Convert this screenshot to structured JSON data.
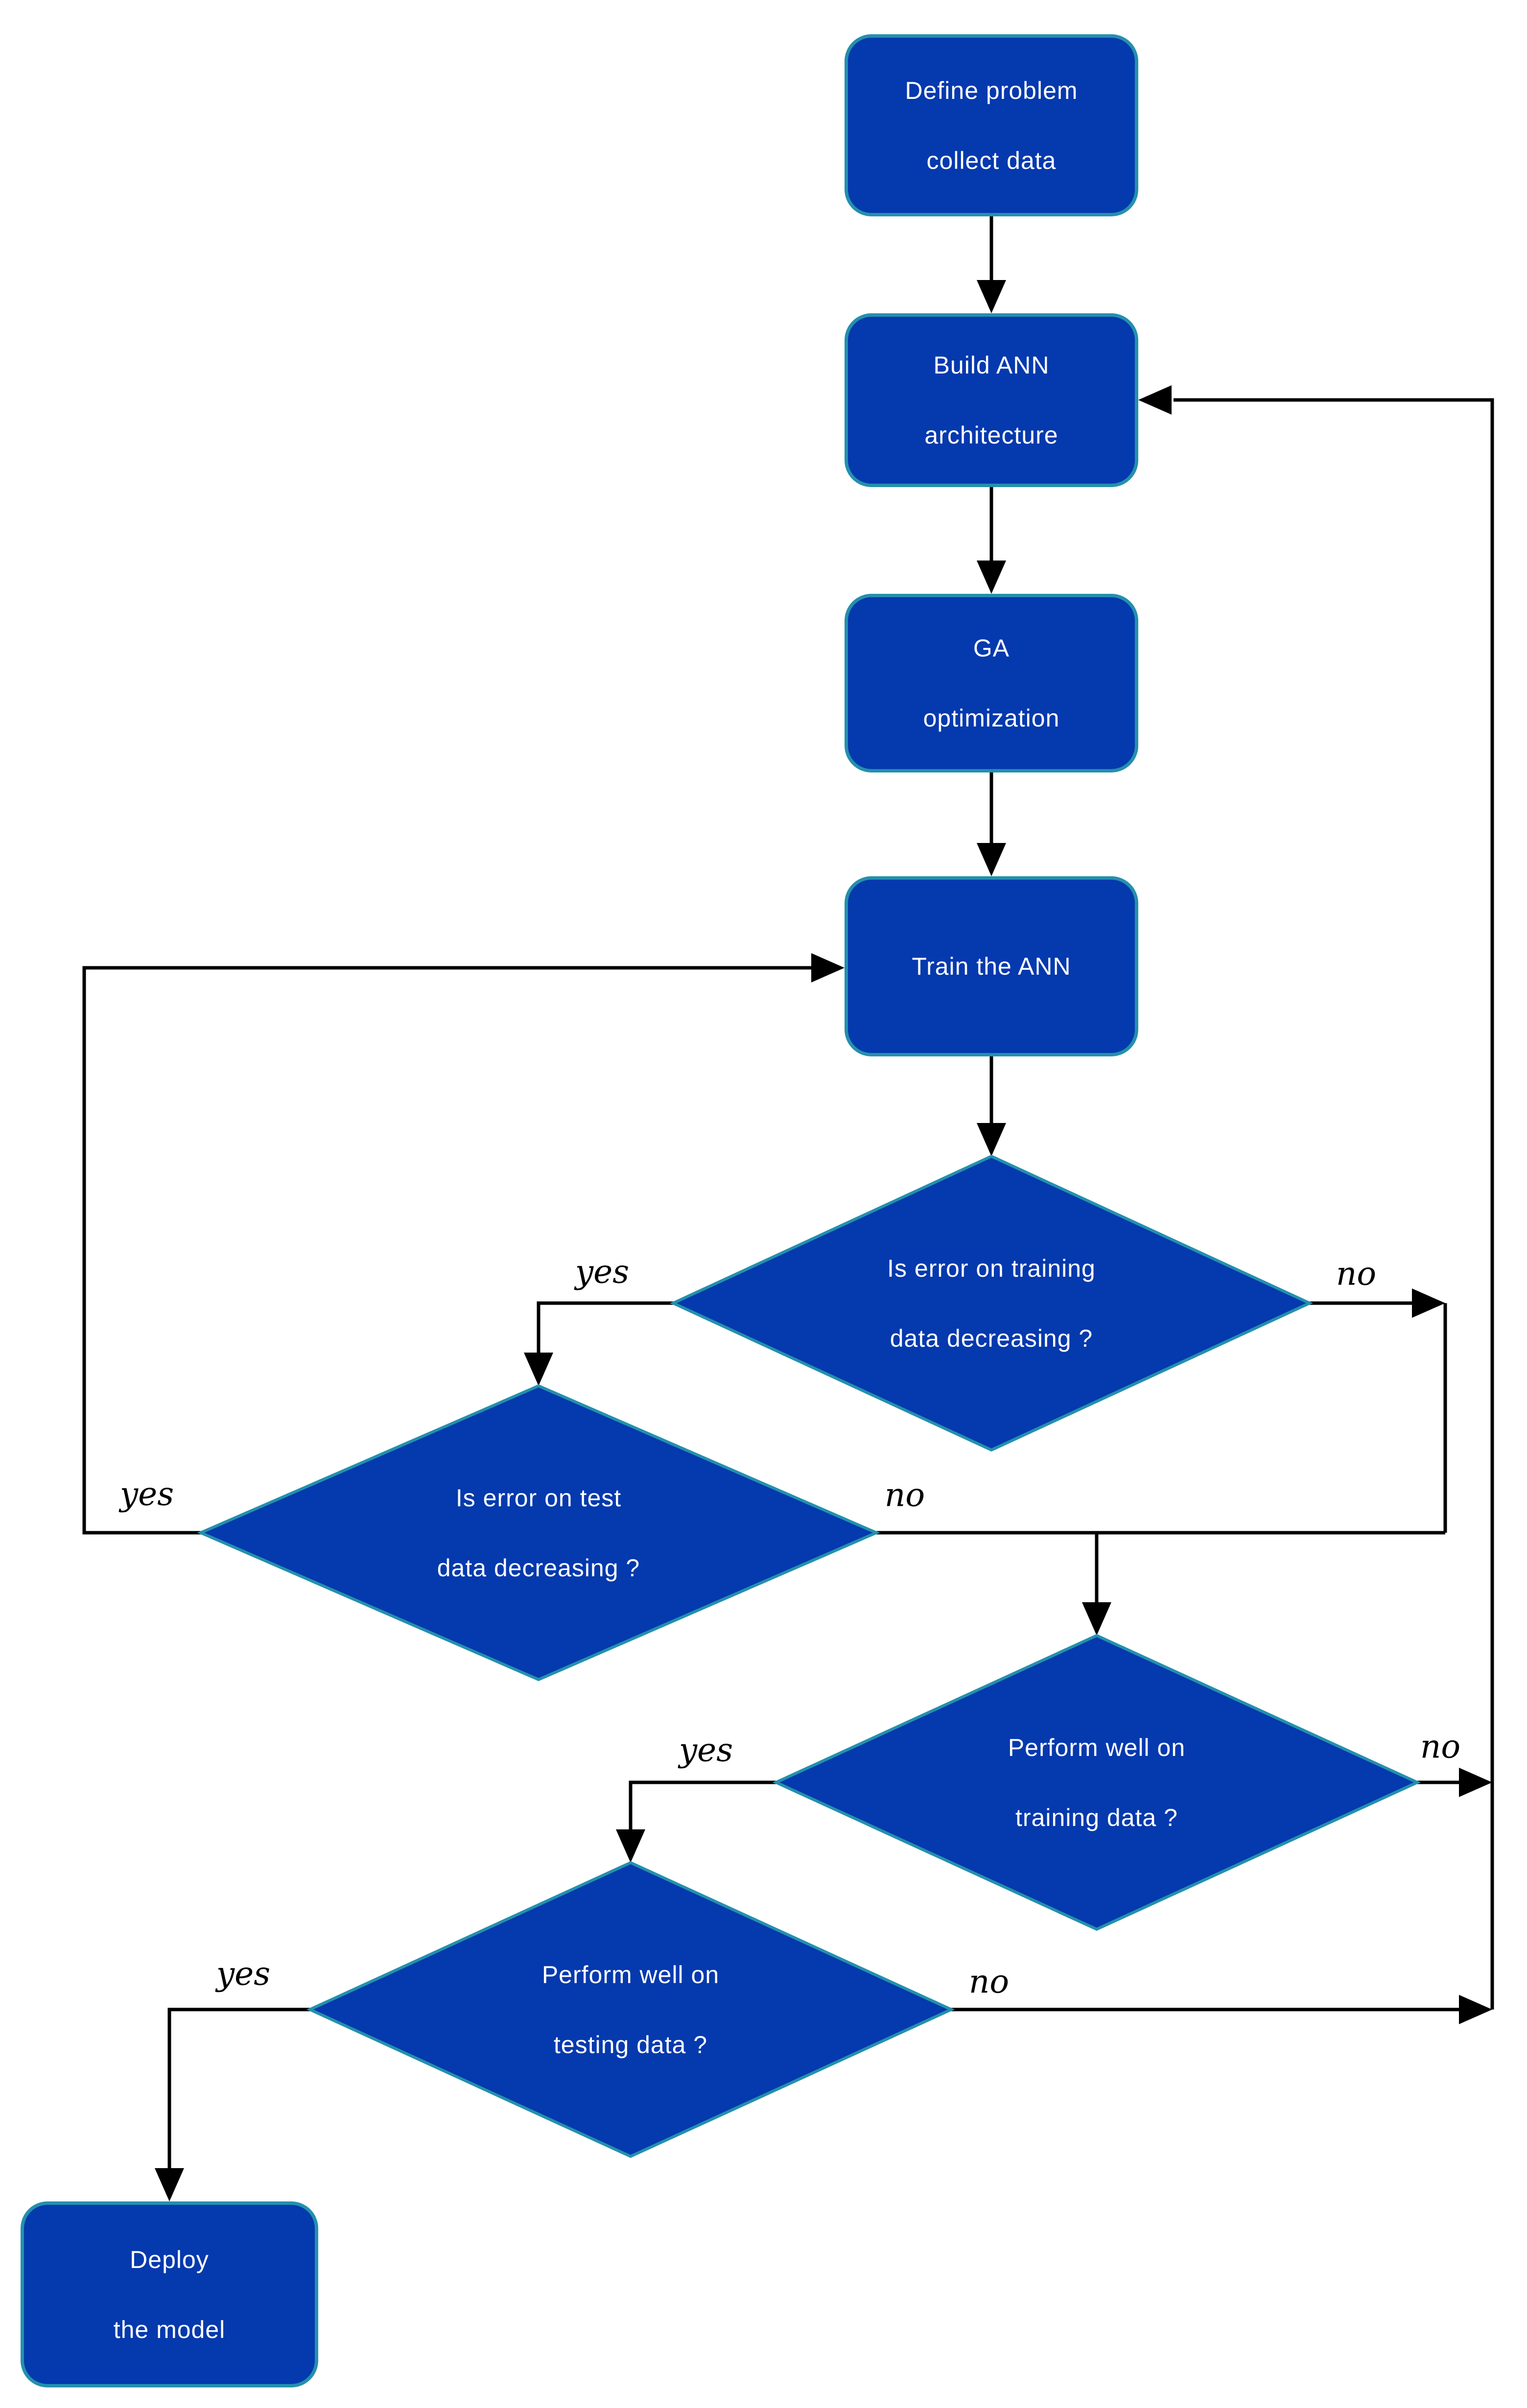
{
  "colors": {
    "node_fill": "#0539ae",
    "node_border": "#2490ad",
    "connector": "#000000",
    "node_text": "#ffffff",
    "edge_label_text": "#000000",
    "background": "#ffffff"
  },
  "nodes": {
    "define_problem": {
      "line1": "Define problem",
      "line2": "collect data"
    },
    "build_ann": {
      "line1": "Build ANN",
      "line2": "architecture"
    },
    "ga_optimization": {
      "line1": "GA",
      "line2": "optimization"
    },
    "train_ann": {
      "line1": "Train the ANN",
      "line2": ""
    },
    "decision_training_error": {
      "line1": "Is error on training",
      "line2": "data decreasing ?"
    },
    "decision_test_error": {
      "line1": "Is error on test",
      "line2": "data decreasing ?"
    },
    "decision_training_perf": {
      "line1": "Perform well on",
      "line2": "training data ?"
    },
    "decision_testing_perf": {
      "line1": "Perform well on",
      "line2": "testing data ?"
    },
    "deploy_model": {
      "line1": "Deploy",
      "line2": "the model"
    }
  },
  "edge_labels": {
    "training_error_yes": "yes",
    "training_error_no": "no",
    "test_error_yes": "yes",
    "test_error_no": "no",
    "training_perf_yes": "yes",
    "training_perf_no": "no",
    "testing_perf_yes": "yes",
    "testing_perf_no": "no"
  }
}
